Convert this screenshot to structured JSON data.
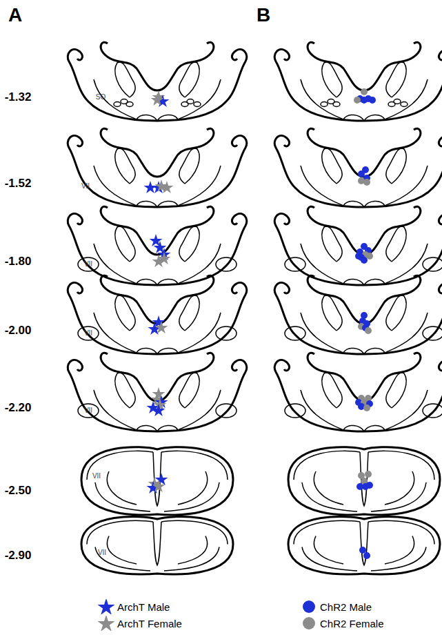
{
  "diagram": {
    "labels": [
      "A",
      "B",
      "-1.32",
      "-1.52",
      "-1.80",
      "-2.00",
      "-2.20",
      "-2.50",
      "-2.90",
      "SO",
      "VII",
      "VII",
      "VII",
      "VII",
      "VII",
      "VII"
    ],
    "legend": [
      {
        "text": "ArchT Male",
        "color": "#1f2fd6"
      },
      {
        "text": "ArchT Female",
        "color": "#8c8c8c"
      },
      {
        "text": "ChR2 Male",
        "color": "#1f2fd6"
      },
      {
        "text": "ChR2 Female",
        "color": "#8c8c8c"
      }
    ]
  }
}
